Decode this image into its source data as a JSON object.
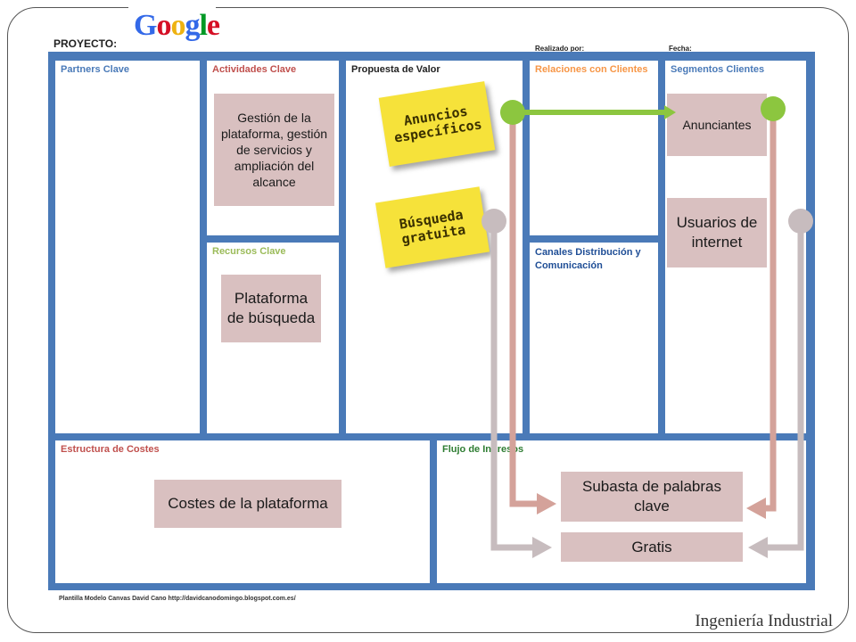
{
  "logo": {
    "letters": [
      "G",
      "o",
      "o",
      "g",
      "l",
      "e"
    ],
    "colors": [
      "#3369e8",
      "#d50f25",
      "#eeb211",
      "#3369e8",
      "#009925",
      "#d50f25"
    ]
  },
  "header": {
    "project_label": "PROYECTO:",
    "realizado_label": "Realizado por:",
    "fecha_label": "Fecha:"
  },
  "blocks": {
    "partners": {
      "title": "Partners Clave",
      "color": "#4a7ab8"
    },
    "actividades": {
      "title": "Actividades Clave",
      "color": "#c0504d",
      "note": "Gestión de la plataforma, gestión de servicios y ampliación del alcance"
    },
    "recursos": {
      "title": "Recursos Clave",
      "color": "#9bbb59",
      "note": "Plataforma de búsqueda"
    },
    "propuesta": {
      "title": "Propuesta de Valor",
      "color": "#222222",
      "sticky1": "Anuncios específicos",
      "sticky2": "Búsqueda gratuita"
    },
    "relaciones": {
      "title": "Relaciones con Clientes",
      "color": "#f79646"
    },
    "canales": {
      "title": "Canales Distribución y Comunicación",
      "color": "#1f4e96"
    },
    "segmentos": {
      "title": "Segmentos Clientes",
      "color": "#4a7ab8",
      "note1": "Anunciantes",
      "note2": "Usuarios de internet"
    },
    "costes": {
      "title": "Estructura de Costes",
      "color": "#c0504d",
      "note": "Costes de la plataforma"
    },
    "flujo": {
      "title": "Flujo de Ingresos",
      "color": "#2e7d32",
      "note1": "Subasta de palabras clave",
      "note2": "Gratis"
    }
  },
  "footer": {
    "template_credit": "Plantilla Modelo Canvas David Cano http://davidcanodomingo.blogspot.com.es/",
    "brand": "Ingeniería Industrial"
  },
  "arrow_colors": {
    "green": "#8cc63f",
    "rose": "#d4a29a",
    "grey": "#c7bcbe"
  }
}
